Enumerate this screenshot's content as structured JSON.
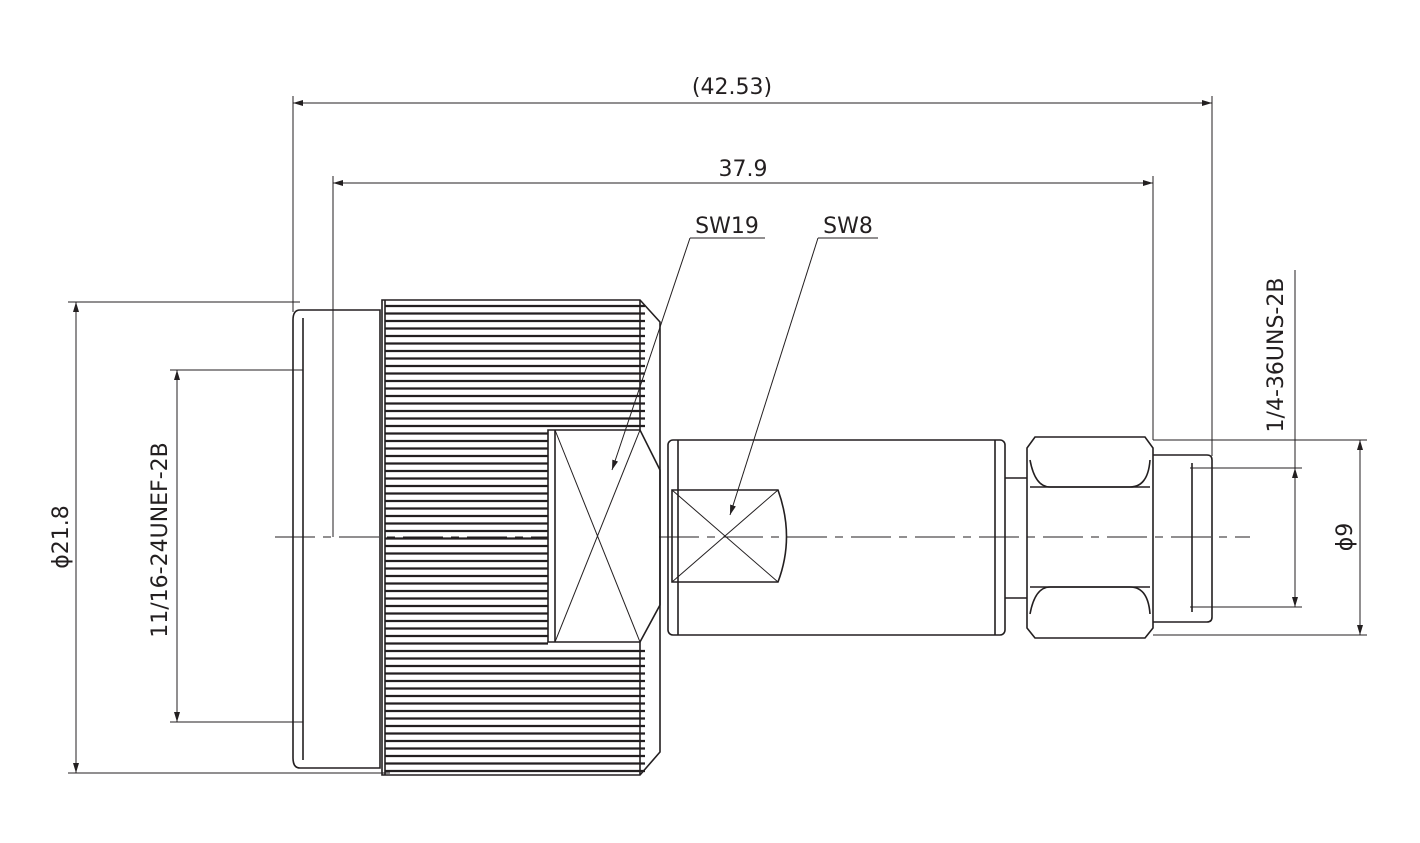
{
  "dimensions": {
    "overall_length": "(42.53)",
    "body_length": "37.9",
    "outer_diameter": "ϕ21.8",
    "left_thread": "11/16-24UNEF-2B",
    "right_thread": "1/4-36UNS-2B",
    "pin_diameter": "ϕ9"
  },
  "callouts": {
    "wrench_large": "SW19",
    "wrench_small": "SW8"
  },
  "colors": {
    "line": "#231f20",
    "background": "#ffffff"
  }
}
